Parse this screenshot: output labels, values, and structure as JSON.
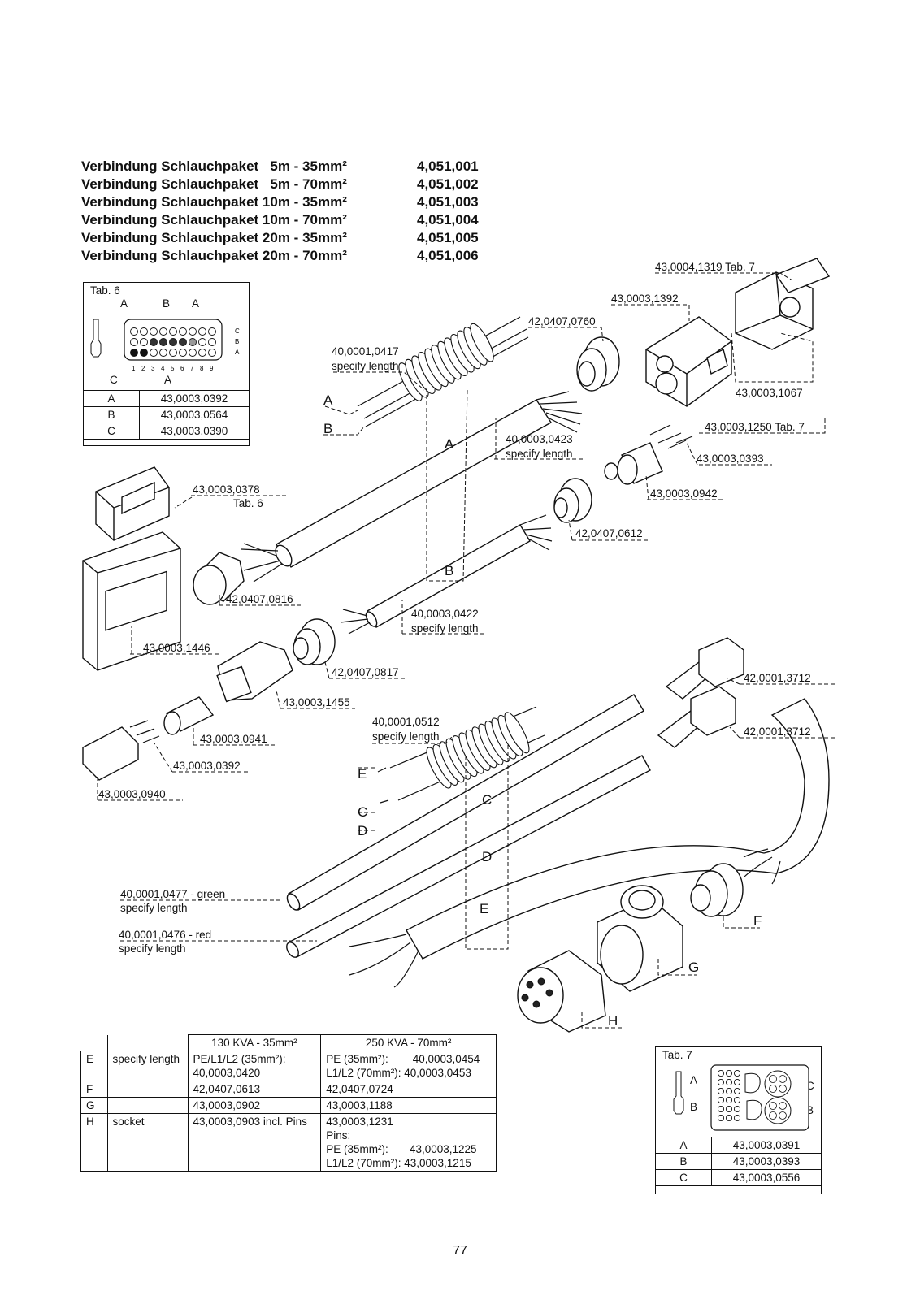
{
  "header_rows": [
    {
      "name": "Verbindung Schlauchpaket   5m - 35mm²",
      "number": "4,051,001"
    },
    {
      "name": "Verbindung Schlauchpaket   5m - 70mm²",
      "number": "4,051,002"
    },
    {
      "name": "Verbindung Schlauchpaket 10m - 35mm²",
      "number": "4,051,003"
    },
    {
      "name": "Verbindung Schlauchpaket 10m - 70mm²",
      "number": "4,051,004"
    },
    {
      "name": "Verbindung Schlauchpaket 20m - 35mm²",
      "number": "4,051,005"
    },
    {
      "name": "Verbindung Schlauchpaket 20m - 70mm²",
      "number": "4,051,006"
    }
  ],
  "tab6": {
    "caption": "Tab. 6",
    "rows": [
      {
        "key": "A",
        "part": "43,0003,0392"
      },
      {
        "key": "B",
        "part": "43,0003,0564"
      },
      {
        "key": "C",
        "part": "43,0003,0390"
      }
    ]
  },
  "tab7": {
    "caption": "Tab. 7",
    "rows": [
      {
        "key": "A",
        "part": "43,0003,0391"
      },
      {
        "key": "B",
        "part": "43,0003,0393"
      },
      {
        "key": "C",
        "part": "43,0003,0556"
      }
    ]
  },
  "callouts": {
    "p1319": "43,0004,1319  Tab. 7",
    "p1392": "43,0003,1392",
    "p0760": "42,0407,0760",
    "p0417": "40,0001,0417",
    "p0417b": "specify length",
    "p1067": "43,0003,1067",
    "p1250": "43,0003,1250  Tab. 7",
    "p0423": "40,0003,0423",
    "p0423b": "specify length",
    "p0393": "43,0003,0393",
    "p0942": "43,0003,0942",
    "p0378": "43,0003,0378",
    "p0378b": "Tab. 6",
    "p0612": "42,0407,0612",
    "p0816": "42,0407,0816",
    "p0422": "40,0003,0422",
    "p0422b": "specify length",
    "p1446": "43,0003,1446",
    "p0817": "42,0407,0817",
    "p1455": "43,0003,1455",
    "p3712a": "42,0001,3712",
    "p3712b": "42,0001,3712",
    "p0512": "40,0001,0512",
    "p0512b": "specify length",
    "p0941": "43,0003,0941",
    "p0392": "43,0003,0392",
    "p0940": "43,0003,0940",
    "p0477": "40,0001,0477  - green",
    "p0477b": "specify length",
    "p0476": "40,0001,0476  - red",
    "p0476b": "specify length"
  },
  "letters": {
    "A": "A",
    "B": "B",
    "C": "C",
    "D": "D",
    "E": "E",
    "F": "F",
    "G": "G",
    "H": "H"
  },
  "bottom_table": {
    "col1": "130 KVA - 35mm²",
    "col2": "250 KVA - 70mm²",
    "rows": [
      {
        "key": "E",
        "desc": "specify length",
        "c1": "PE/L1/L2 (35mm²):\n40,0003,0420",
        "c2": "PE (35mm²):        40,0003,0454\nL1/L2 (70mm²): 40,0003,0453"
      },
      {
        "key": "F",
        "desc": "",
        "c1": "42,0407,0613",
        "c2": "42,0407,0724"
      },
      {
        "key": "G",
        "desc": "",
        "c1": "43,0003,0902",
        "c2": "43,0003,1188"
      },
      {
        "key": "H",
        "desc": "socket",
        "c1": "43,0003,0903 incl. Pins",
        "c2": "43,0003,1231\nPins:\nPE (35mm²):       43,0003,1225\nL1/L2 (70mm²): 43,0003,1215"
      }
    ]
  },
  "page_number": "77"
}
